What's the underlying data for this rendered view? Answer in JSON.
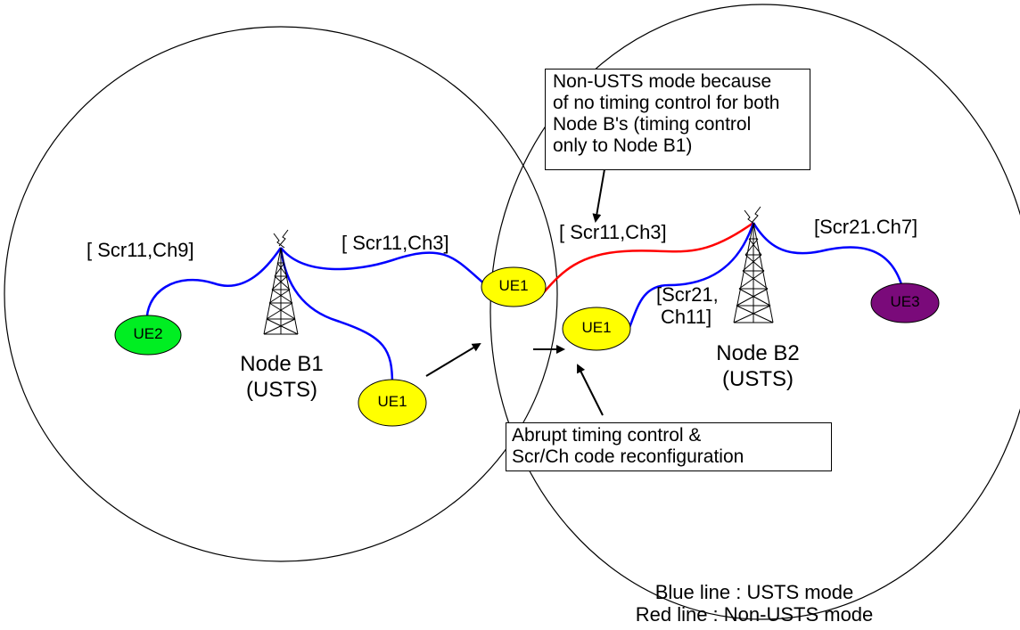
{
  "node_b1": {
    "name": "Node B1",
    "mode": "(USTS)"
  },
  "node_b2": {
    "name": "Node B2",
    "mode": "(USTS)"
  },
  "links": {
    "ue2_link": "[ Scr11,Ch9]",
    "ue1_b1_link": "[ Scr11,Ch3]",
    "ue1_overlap_link": "[ Scr11,Ch3]",
    "ue1_b2_link_line1": "[Scr21,",
    "ue1_b2_link_line2": "Ch11]",
    "ue3_link": "[Scr21.Ch7]"
  },
  "ues": {
    "ue2": "UE2",
    "ue1_moving": "UE1",
    "ue1_overlap": "UE1",
    "ue1_b2": "UE1",
    "ue3": "UE3"
  },
  "notes": {
    "non_usts": [
      "Non-USTS mode because",
      "of no timing control for both",
      "Node B's (timing control",
      "only to Node B1)"
    ],
    "abrupt": [
      "Abrupt timing control &",
      "Scr/Ch code reconfiguration"
    ]
  },
  "legend": {
    "blue": "Blue line : USTS mode",
    "red": "Red line : Non-USTS mode"
  },
  "colors": {
    "usts_line": "#0000ff",
    "non_usts_line": "#ff0000",
    "ue_yellow": "#ffff00",
    "ue_green": "#00ee22",
    "ue_purple": "#7a0a7a"
  }
}
